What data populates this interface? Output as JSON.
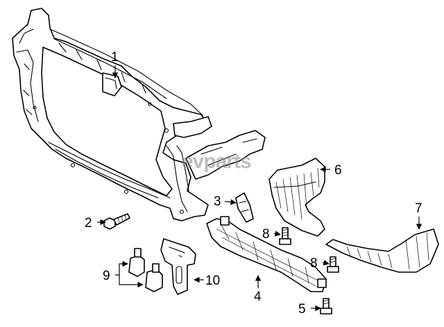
{
  "watermark": "evparts",
  "callouts": {
    "c1": "1",
    "c2": "2",
    "c3": "3",
    "c4": "4",
    "c5": "5",
    "c6": "6",
    "c7": "7",
    "c8a": "8",
    "c8b": "8",
    "c9": "9",
    "c10": "10"
  }
}
